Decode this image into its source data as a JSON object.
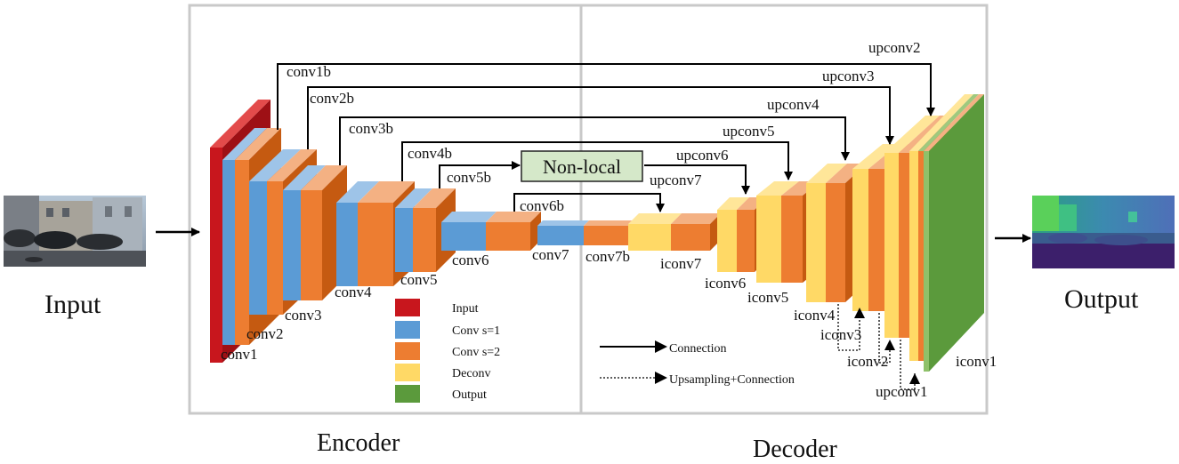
{
  "input_label": "Input",
  "output_label": "Output",
  "encoder_label": "Encoder",
  "decoder_label": "Decoder",
  "nonlocal_label": "Non-local",
  "encoder_layers": {
    "conv1": "conv1",
    "conv2": "conv2",
    "conv3": "conv3",
    "conv4": "conv4",
    "conv5": "conv5",
    "conv6": "conv6",
    "conv7": "conv7",
    "conv7b": "conv7b",
    "conv1b": "conv1b",
    "conv2b": "conv2b",
    "conv3b": "conv3b",
    "conv4b": "conv4b",
    "conv5b": "conv5b",
    "conv6b": "conv6b"
  },
  "decoder_layers": {
    "upconv1": "upconv1",
    "upconv2": "upconv2",
    "upconv3": "upconv3",
    "upconv4": "upconv4",
    "upconv5": "upconv5",
    "upconv6": "upconv6",
    "upconv7": "upconv7",
    "iconv1": "iconv1",
    "iconv2": "iconv2",
    "iconv3": "iconv3",
    "iconv4": "iconv4",
    "iconv5": "iconv5",
    "iconv6": "iconv6",
    "iconv7": "iconv7"
  },
  "legend": [
    {
      "label": "Input",
      "color": "#c8161d"
    },
    {
      "label": "Conv s=1",
      "color": "#5b9bd5"
    },
    {
      "label": "Conv s=2",
      "color": "#ed7d31"
    },
    {
      "label": "Deconv",
      "color": "#ffd966"
    },
    {
      "label": "Output",
      "color": "#5b9a3c"
    }
  ],
  "connection_legend": {
    "solid": "Connection",
    "dotted": "Upsampling+Connection"
  },
  "colors": {
    "input": "#c8161d",
    "conv_s1": "#5b9bd5",
    "conv_s2": "#ed7d31",
    "deconv": "#ffd966",
    "output": "#5b9a3c",
    "nonlocal_fill": "#d5e8c9",
    "panel_border": "#c9c9c9"
  }
}
